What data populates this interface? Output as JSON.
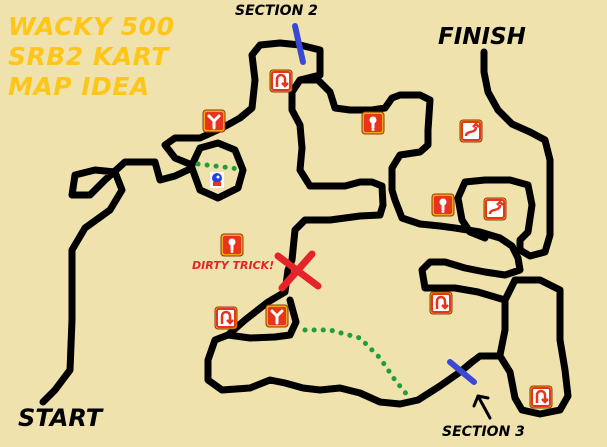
{
  "title": {
    "lines": [
      "WACKY 500",
      "SRB2 KART",
      "MAP IDEA"
    ],
    "color": "#ffc61a"
  },
  "labels": {
    "start": "START",
    "finish": "FINISH",
    "section2": "SECTION 2",
    "section3": "SECTION 3",
    "dirty_trick": "DIRTY TRICK!"
  },
  "colors": {
    "background": "#efe2ad",
    "track": "#000000",
    "section_marker": "#3a48d4",
    "shortcut_dots": "#1f9e3a",
    "dirty_trick": "#e4232b",
    "item_box": "#e8341c",
    "item_box_border": "#f6a21a"
  },
  "items": [
    {
      "icon": "y-fork-icon"
    },
    {
      "icon": "u-turn-sign-icon"
    },
    {
      "icon": "item-box-icon"
    },
    {
      "icon": "s-curve-sign-icon"
    },
    {
      "icon": "sonic-character-icon"
    },
    {
      "icon": "item-box-icon"
    },
    {
      "icon": "s-curve-sign-icon"
    },
    {
      "icon": "item-box-icon"
    },
    {
      "icon": "u-turn-sign-icon"
    },
    {
      "icon": "y-fork-icon"
    },
    {
      "icon": "u-turn-sign-icon"
    },
    {
      "icon": "u-turn-sign-icon"
    }
  ]
}
